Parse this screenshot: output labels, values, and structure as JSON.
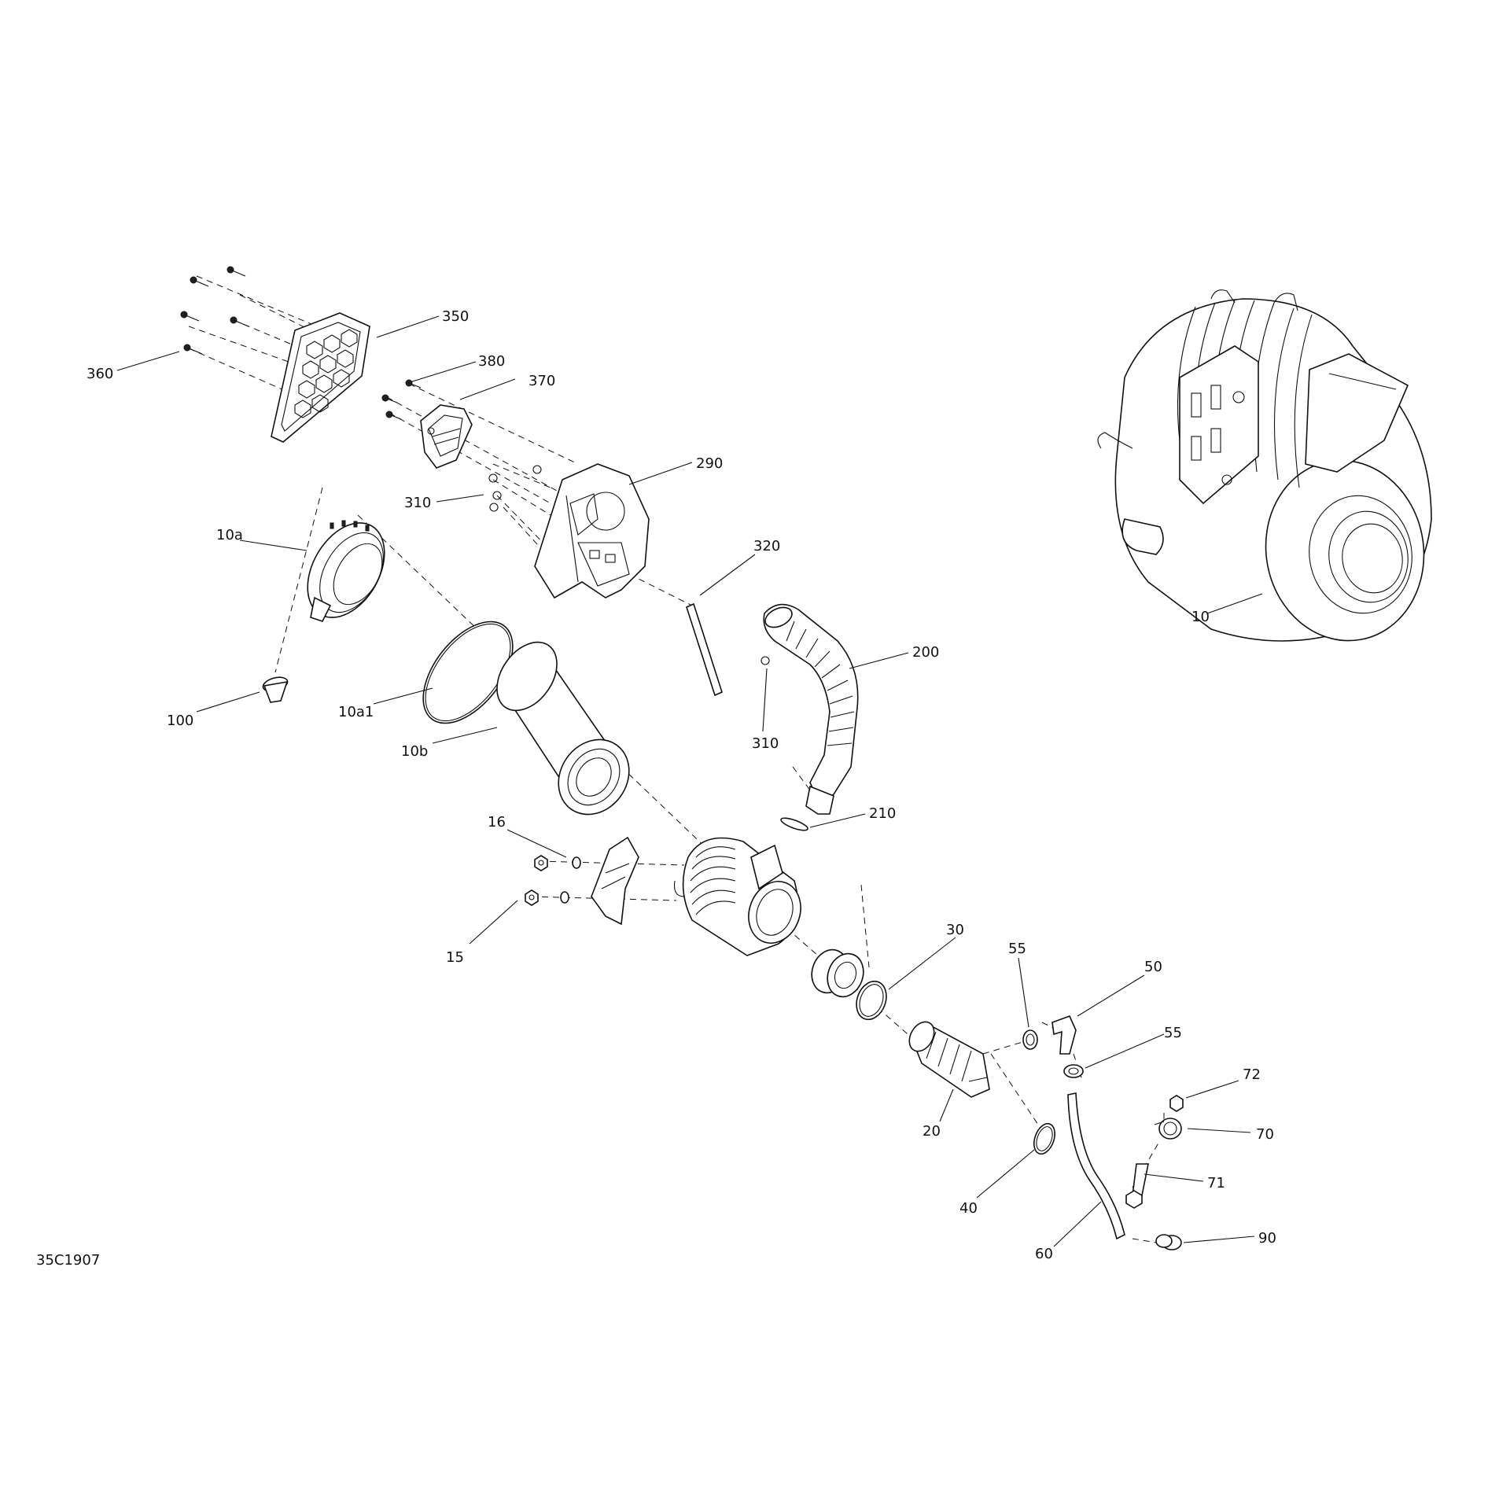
{
  "drawing_code": "35C1907",
  "callouts": {
    "c350": "350",
    "c360": "360",
    "c380": "380",
    "c370": "370",
    "c290": "290",
    "c310a": "310",
    "c10a": "10a",
    "c320": "320",
    "c200": "200",
    "c10": "10",
    "c100": "100",
    "c10a1": "10a1",
    "c310b": "310",
    "c10b": "10b",
    "c210": "210",
    "c16": "16",
    "c15": "15",
    "c30": "30",
    "c55a": "55",
    "c50": "50",
    "c55b": "55",
    "c72": "72",
    "c70": "70",
    "c20": "20",
    "c71": "71",
    "c40": "40",
    "c60": "60",
    "c90": "90"
  }
}
